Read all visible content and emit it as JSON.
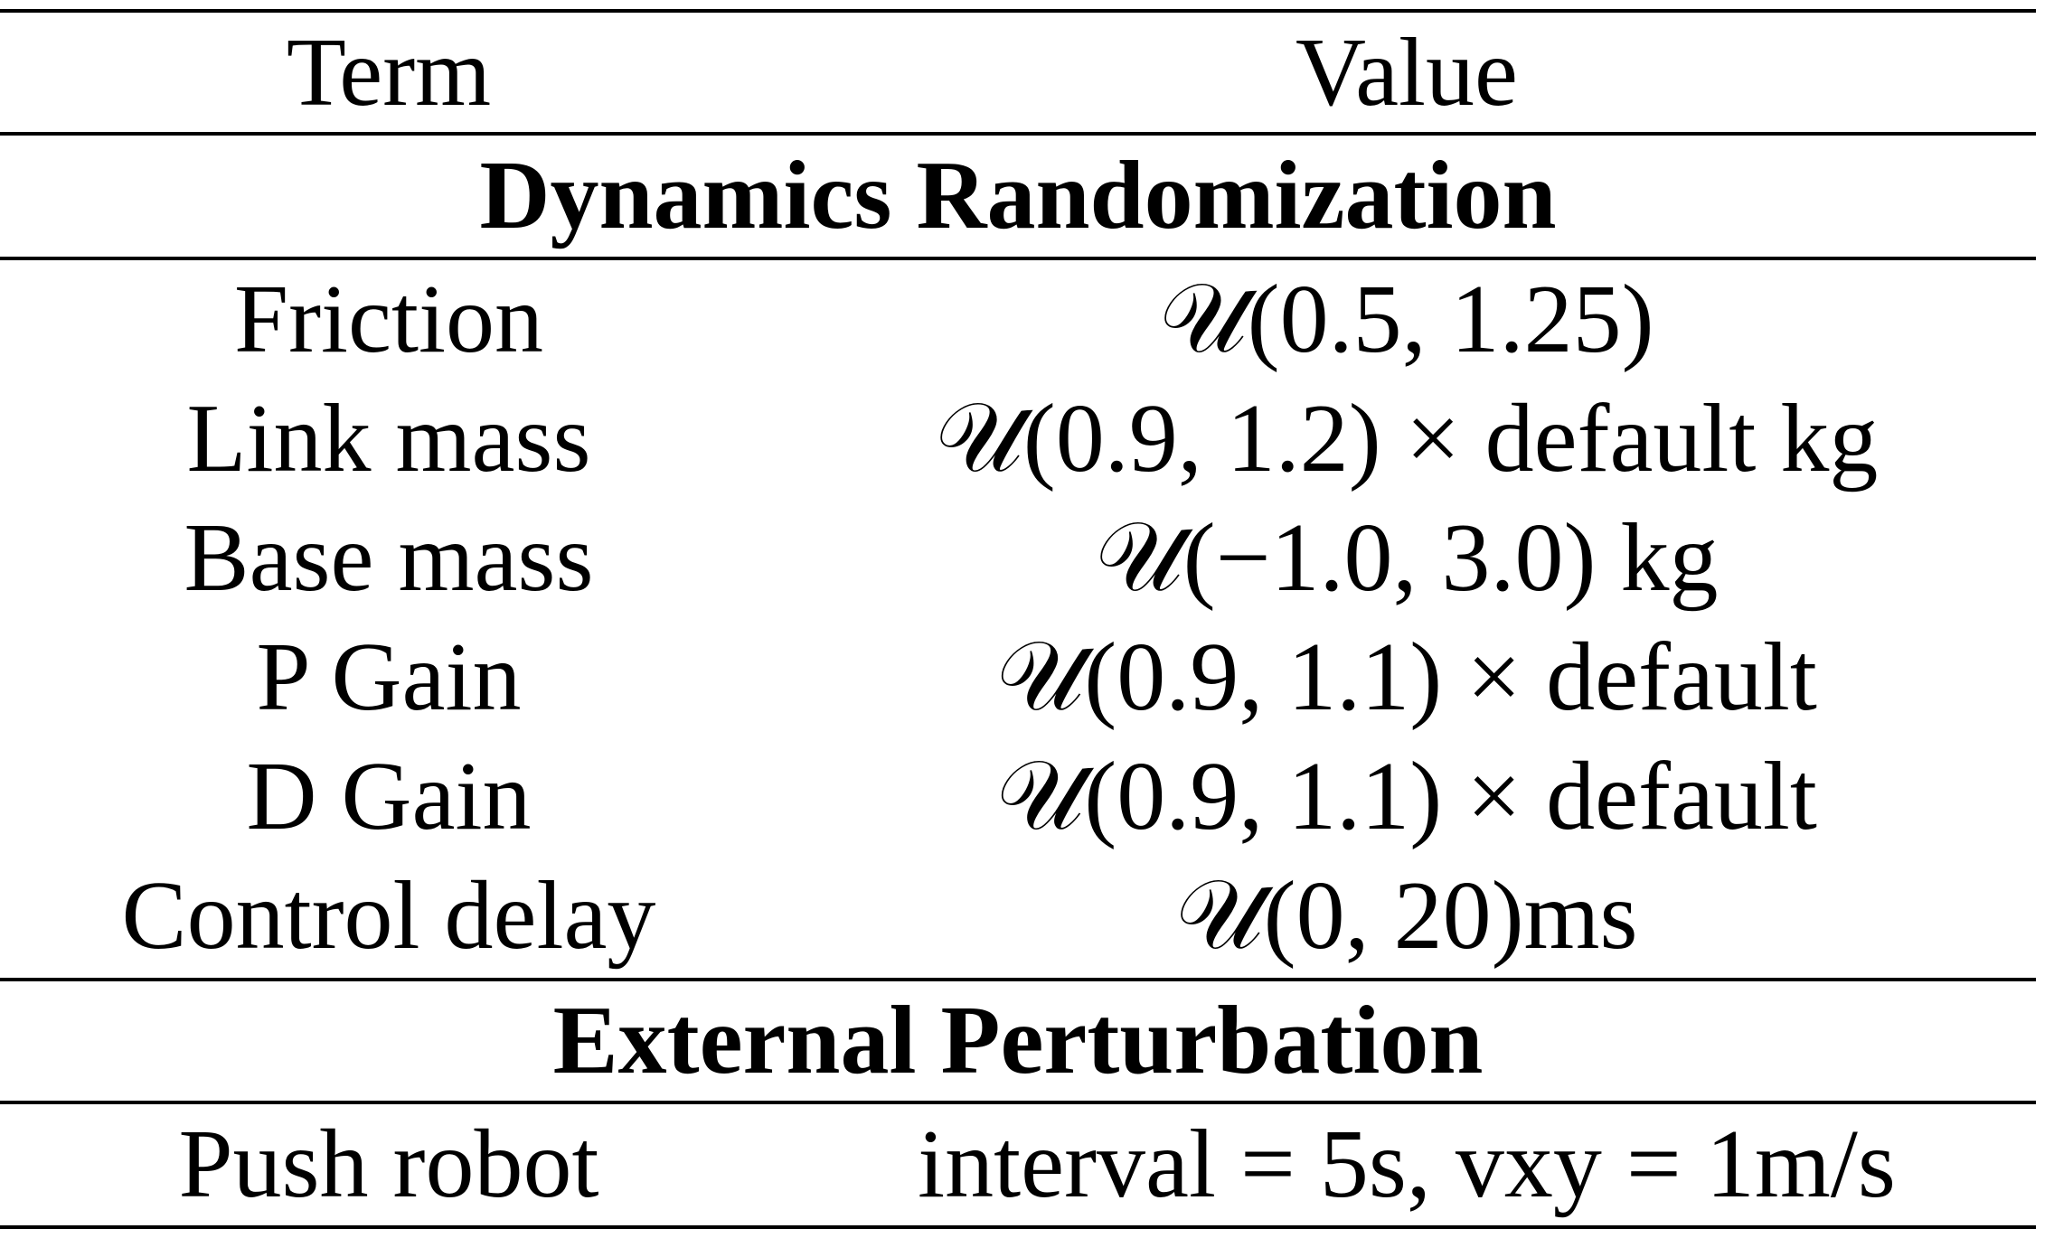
{
  "table": {
    "header": {
      "term": "Term",
      "value": "Value"
    },
    "sections": [
      {
        "title": "Dynamics Randomization",
        "rows": [
          {
            "term": "Friction",
            "value": "𝒰(0.5, 1.25)"
          },
          {
            "term": "Link mass",
            "value": "𝒰(0.9, 1.2) × default kg"
          },
          {
            "term": "Base mass",
            "value": "𝒰(−1.0, 3.0) kg"
          },
          {
            "term": "P Gain",
            "value": "𝒰(0.9, 1.1) × default"
          },
          {
            "term": "D Gain",
            "value": "𝒰(0.9, 1.1) × default"
          },
          {
            "term": "Control delay",
            "value": "𝒰(0, 20)ms"
          }
        ]
      },
      {
        "title": "External Perturbation",
        "rows": [
          {
            "term": "Push robot",
            "value": "interval = 5s, vxy = 1m/s"
          }
        ]
      }
    ]
  }
}
